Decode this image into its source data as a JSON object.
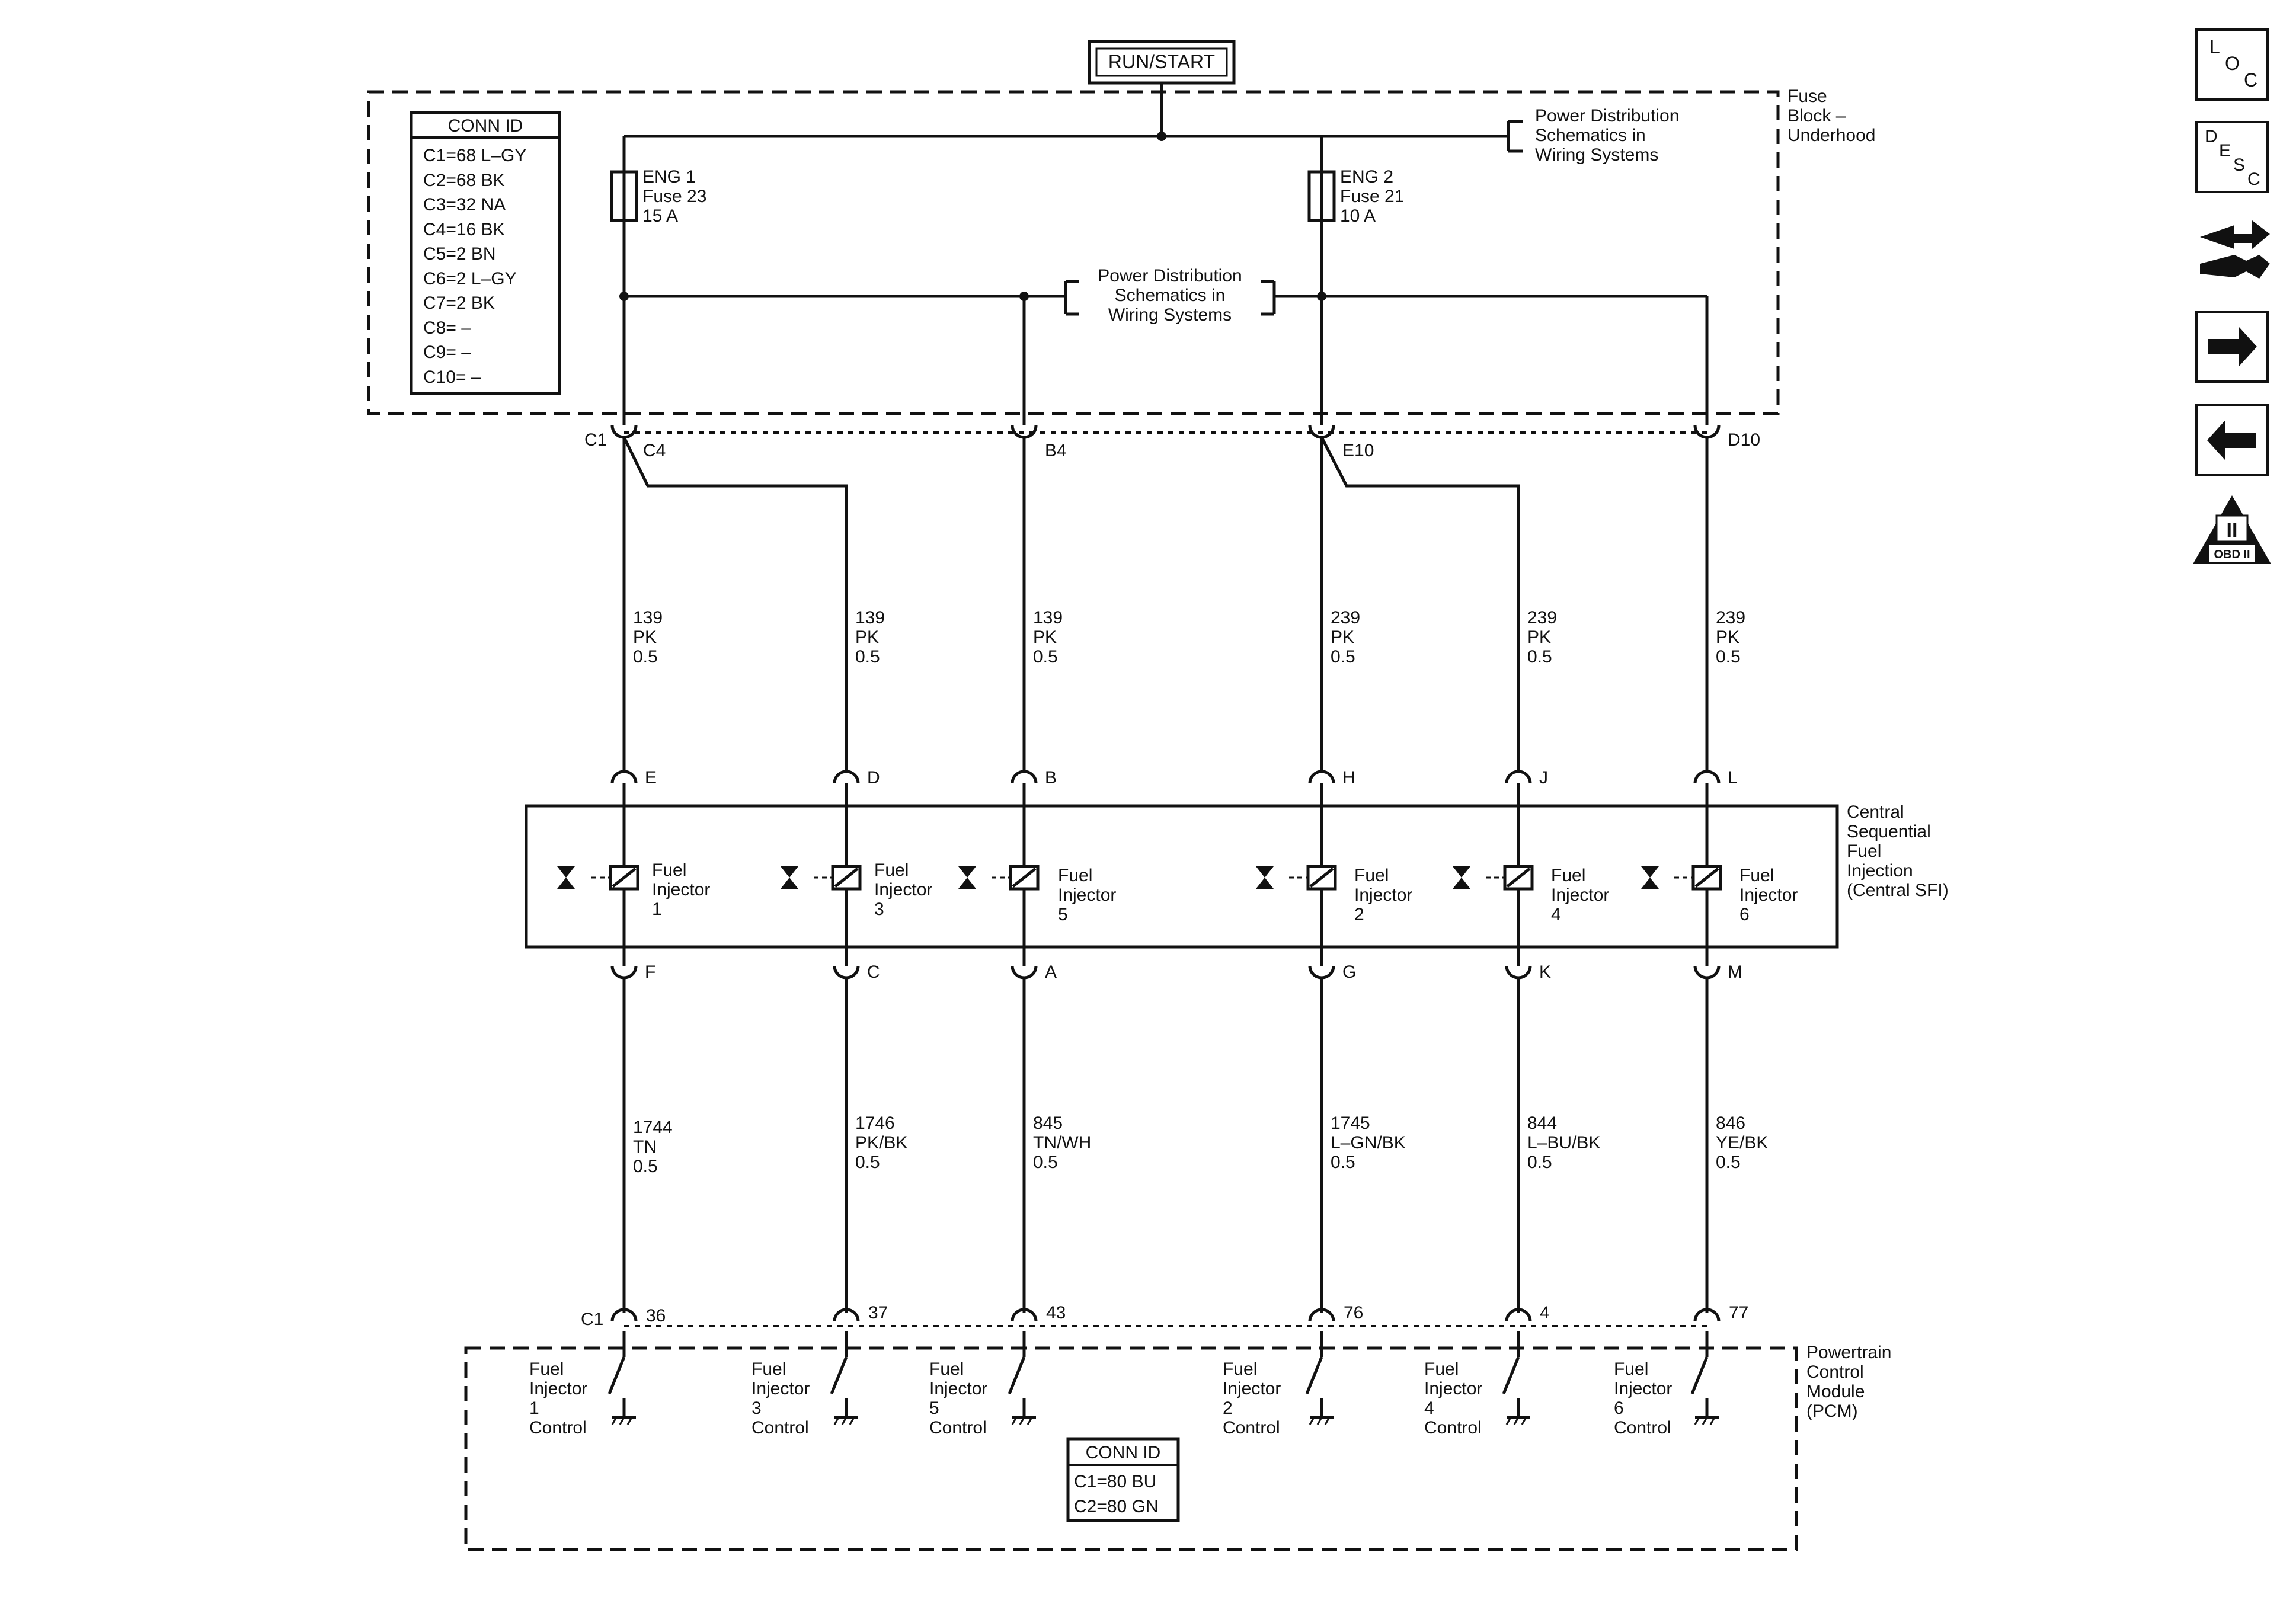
{
  "power_source": "RUN/START",
  "fuse_block": {
    "title": [
      "Fuse",
      "Block –",
      "Underhood"
    ],
    "power_dist_top": [
      "Power Distribution",
      "Schematics in",
      "Wiring Systems"
    ],
    "power_dist_mid": [
      "Power Distribution",
      "Schematics in",
      "Wiring Systems"
    ],
    "fuses": [
      {
        "lines": [
          "ENG 1",
          "Fuse 23",
          "15 A"
        ]
      },
      {
        "lines": [
          "ENG 2",
          "Fuse 21",
          "10 A"
        ]
      }
    ],
    "conn_id_title": "CONN ID",
    "conn_ids": [
      "C1=68 L–GY",
      "C2=68 BK",
      "C3=32 NA",
      "C4=16 BK",
      "C5=2 BN",
      "C6=2 L–GY",
      "C7=2 BK",
      "C8= –",
      "C9= –",
      "C10= –"
    ],
    "connector": "C1",
    "pins": [
      "C4",
      "B4",
      "E10",
      "D10"
    ]
  },
  "upper_wires": [
    {
      "circuit": "139",
      "color": "PK",
      "gauge": "0.5"
    },
    {
      "circuit": "139",
      "color": "PK",
      "gauge": "0.5"
    },
    {
      "circuit": "139",
      "color": "PK",
      "gauge": "0.5"
    },
    {
      "circuit": "239",
      "color": "PK",
      "gauge": "0.5"
    },
    {
      "circuit": "239",
      "color": "PK",
      "gauge": "0.5"
    },
    {
      "circuit": "239",
      "color": "PK",
      "gauge": "0.5"
    }
  ],
  "sfi": {
    "title": [
      "Central",
      "Sequential",
      "Fuel",
      "Injection",
      "(Central SFI)"
    ],
    "injectors": [
      {
        "top_pin": "E",
        "bottom_pin": "F",
        "lines": [
          "Fuel",
          "Injector",
          "1"
        ]
      },
      {
        "top_pin": "D",
        "bottom_pin": "C",
        "lines": [
          "Fuel",
          "Injector",
          "3"
        ]
      },
      {
        "top_pin": "B",
        "bottom_pin": "A",
        "lines": [
          "Fuel",
          "Injector",
          "5"
        ]
      },
      {
        "top_pin": "H",
        "bottom_pin": "G",
        "lines": [
          "Fuel",
          "Injector",
          "2"
        ]
      },
      {
        "top_pin": "J",
        "bottom_pin": "K",
        "lines": [
          "Fuel",
          "Injector",
          "4"
        ]
      },
      {
        "top_pin": "L",
        "bottom_pin": "M",
        "lines": [
          "Fuel",
          "Injector",
          "6"
        ]
      }
    ]
  },
  "lower_wires": [
    {
      "circuit": "1744",
      "color": "TN",
      "gauge": "0.5"
    },
    {
      "circuit": "1746",
      "color": "PK/BK",
      "gauge": "0.5"
    },
    {
      "circuit": "845",
      "color": "TN/WH",
      "gauge": "0.5"
    },
    {
      "circuit": "1745",
      "color": "L–GN/BK",
      "gauge": "0.5"
    },
    {
      "circuit": "844",
      "color": "L–BU/BK",
      "gauge": "0.5"
    },
    {
      "circuit": "846",
      "color": "YE/BK",
      "gauge": "0.5"
    }
  ],
  "pcm": {
    "title": [
      "Powertrain",
      "Control",
      "Module",
      "(PCM)"
    ],
    "connector": "C1",
    "pins": [
      "36",
      "37",
      "43",
      "76",
      "4",
      "77"
    ],
    "controls": [
      [
        "Fuel",
        "Injector",
        "1",
        "Control"
      ],
      [
        "Fuel",
        "Injector",
        "3",
        "Control"
      ],
      [
        "Fuel",
        "Injector",
        "5",
        "Control"
      ],
      [
        "Fuel",
        "Injector",
        "2",
        "Control"
      ],
      [
        "Fuel",
        "Injector",
        "4",
        "Control"
      ],
      [
        "Fuel",
        "Injector",
        "6",
        "Control"
      ]
    ],
    "conn_id_title": "CONN ID",
    "conn_ids": [
      "C1=80 BU",
      "C2=80 GN"
    ]
  },
  "nav": {
    "loc": [
      "L",
      "O",
      "C"
    ],
    "desc": [
      "D",
      "E",
      "S",
      "C"
    ],
    "obd": [
      "II",
      "OBD II"
    ]
  }
}
